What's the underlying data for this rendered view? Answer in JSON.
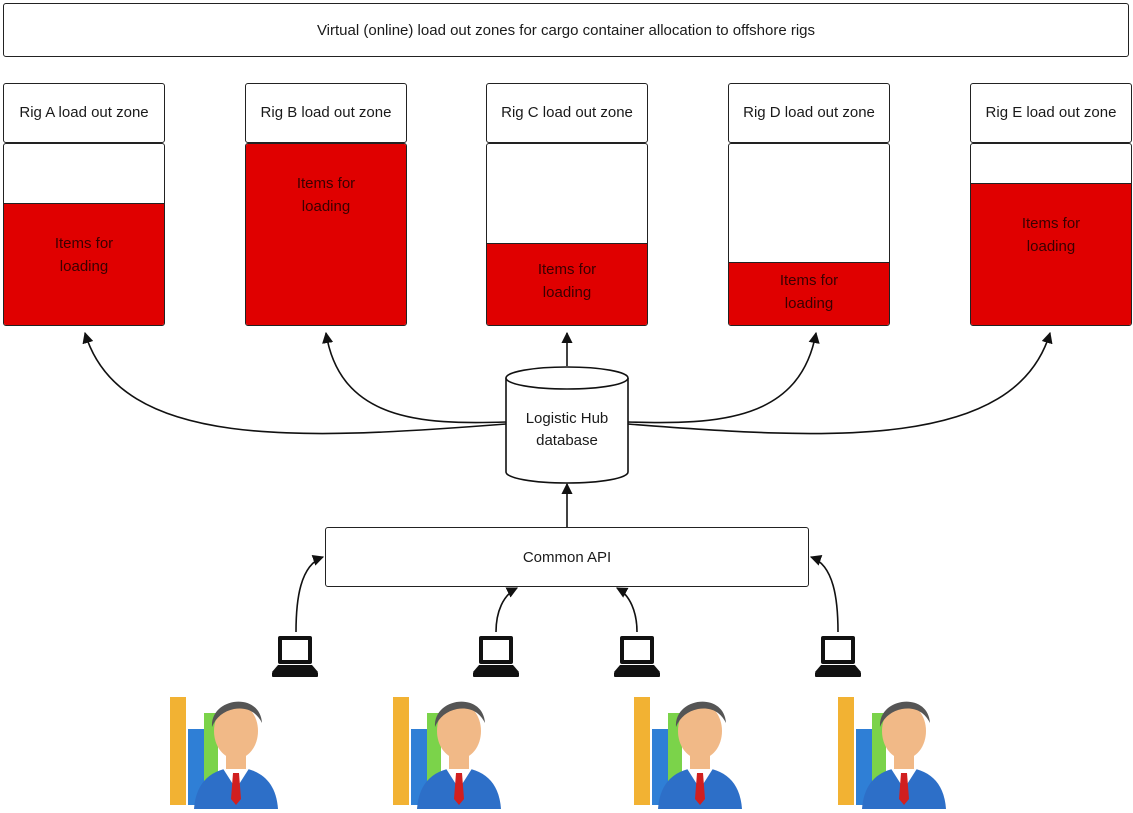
{
  "title": "Virtual (online) load out zones for cargo container allocation to offshore rigs",
  "zones": [
    {
      "label": "Rig A load out zone",
      "fill_label": "Items for loading",
      "fill_fraction": 0.67
    },
    {
      "label": "Rig B load out zone",
      "fill_label": "Items for loading",
      "fill_fraction": 1.0
    },
    {
      "label": "Rig C load out zone",
      "fill_label": "Items for loading",
      "fill_fraction": 0.45
    },
    {
      "label": "Rig D load out zone",
      "fill_label": "Items for loading",
      "fill_fraction": 0.34
    },
    {
      "label": "Rig E load out zone",
      "fill_label": "Items for loading",
      "fill_fraction": 0.78
    }
  ],
  "database": {
    "label": "Logistic Hub database"
  },
  "api": {
    "label": "Common API"
  },
  "users": [
    {
      "icon": "laptop-icon",
      "figure": "business-user-icon"
    },
    {
      "icon": "laptop-icon",
      "figure": "business-user-icon"
    },
    {
      "icon": "laptop-icon",
      "figure": "business-user-icon"
    },
    {
      "icon": "laptop-icon",
      "figure": "business-user-icon"
    }
  ],
  "colors": {
    "fill": "#e00000",
    "line": "#111111"
  }
}
